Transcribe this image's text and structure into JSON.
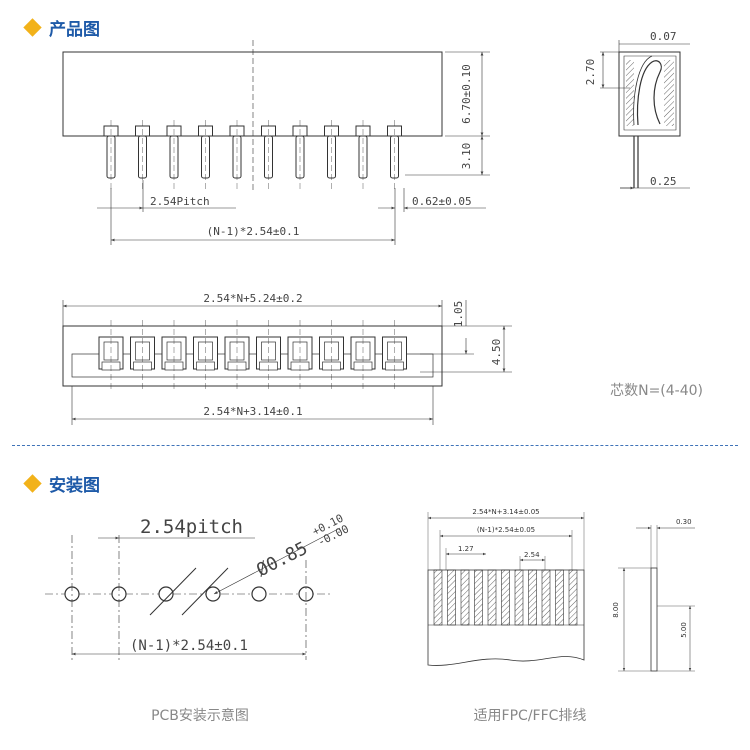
{
  "sections": {
    "product": {
      "title": "产品图"
    },
    "install": {
      "title": "安装图"
    }
  },
  "colors": {
    "title": "#1e5aa8",
    "diamond": "#f2b21a",
    "divider": "#3f73b8"
  },
  "icons": {
    "section_marker": "diamond-icon"
  },
  "front_view": {
    "dim_height_body": "6.70±0.10",
    "dim_height_pin": "3.10",
    "dim_pitch": "2.54Pitch",
    "dim_pin_width": "0.62±0.05",
    "dim_total_pitch": "(N-1)*2.54±0.1"
  },
  "side_view": {
    "dim_top": "0.07",
    "dim_left": "2.70",
    "dim_bottom": "0.25"
  },
  "top_view": {
    "dim_overall": "2.54*N+5.24±0.2",
    "dim_inner": "2.54*N+3.14±0.1",
    "dim_upper": "1.05",
    "dim_depth": "4.50"
  },
  "pin_count_note": "芯数N=(4-40)",
  "pcb_layout": {
    "dim_pitch": "2.54pitch",
    "dim_hole": "Ø0.85",
    "dim_hole_tol_upper": "+0.10",
    "dim_hole_tol_lower": "-0.00",
    "dim_total": "(N-1)*2.54±0.1",
    "caption": "PCB安装示意图"
  },
  "cable": {
    "dim_overall": "2.54*N+3.14±0.05",
    "dim_pitch_total": "(N-1)*2.54±0.05",
    "dim_half": "1.27",
    "dim_pitch": "2.54",
    "dim_thickness": "0.30",
    "dim_length": "8.00",
    "dim_exposed": "5.00",
    "caption": "适用FPC/FFC排线"
  }
}
